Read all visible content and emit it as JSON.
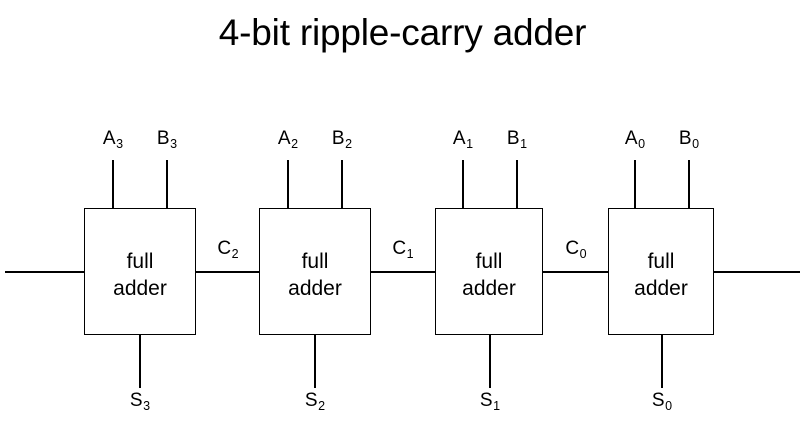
{
  "diagram": {
    "title": "4-bit ripple-carry adder",
    "block_label_line1": "full",
    "block_label_line2": "adder",
    "blocks": [
      {
        "name": "full-adder-bit3",
        "label_line1": "full",
        "label_line2": "adder",
        "input_a": "A",
        "input_a_sub": "3",
        "input_b": "B",
        "input_b_sub": "3",
        "sum": "S",
        "sum_sub": "3",
        "carry_out_right": "C",
        "carry_out_right_sub": "2"
      },
      {
        "name": "full-adder-bit2",
        "label_line1": "full",
        "label_line2": "adder",
        "input_a": "A",
        "input_a_sub": "2",
        "input_b": "B",
        "input_b_sub": "2",
        "sum": "S",
        "sum_sub": "2",
        "carry_out_right": "C",
        "carry_out_right_sub": "1"
      },
      {
        "name": "full-adder-bit1",
        "label_line1": "full",
        "label_line2": "adder",
        "input_a": "A",
        "input_a_sub": "1",
        "input_b": "B",
        "input_b_sub": "1",
        "sum": "S",
        "sum_sub": "1",
        "carry_out_right": "C",
        "carry_out_right_sub": "0"
      },
      {
        "name": "full-adder-bit0",
        "label_line1": "full",
        "label_line2": "adder",
        "input_a": "A",
        "input_a_sub": "0",
        "input_b": "B",
        "input_b_sub": "0",
        "sum": "S",
        "sum_sub": "0",
        "carry_out_right": "",
        "carry_out_right_sub": ""
      }
    ],
    "colors": {
      "line": "#000000",
      "text": "#000000",
      "background": "#ffffff"
    }
  }
}
